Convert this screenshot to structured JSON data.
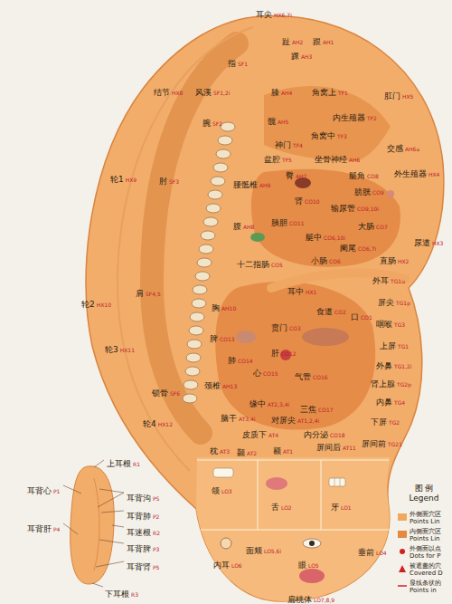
{
  "diagram": {
    "labels": [
      "耳尖",
      "HX6,7i",
      "趾",
      "AH2",
      "跟",
      "AH1",
      "踝",
      "AH3",
      "指",
      "SF1",
      "结节",
      "HX8",
      "风溪",
      "SF1,2i",
      "膝",
      "AH4",
      "角窝上",
      "TF1",
      "肛门",
      "HX5",
      "腕",
      "SF2",
      "髋",
      "AH5",
      "内生殖器",
      "TF2",
      "角窝中",
      "TF3",
      "神门",
      "TF4",
      "交感",
      "AH6a",
      "盆腔",
      "TF5",
      "坐骨神经",
      "AH6",
      "外生殖器",
      "HX4",
      "臀",
      "AH7",
      "轮1",
      "HX9",
      "肘",
      "SF3",
      "腰骶椎",
      "AH9",
      "艇角",
      "CO8",
      "肾",
      "CO10",
      "膀胱",
      "CO9",
      "输尿管",
      "CO9,10i",
      "胰胆",
      "CO11",
      "腹",
      "AH8",
      "艇中",
      "CO6,10i",
      "大肠",
      "CO7",
      "尿道",
      "HX3",
      "阑尾",
      "CO6,7i",
      "直肠",
      "HX2",
      "小肠",
      "CO6",
      "十二指肠",
      "CO5",
      "外耳",
      "TG1u",
      "耳中",
      "HX1",
      "肩",
      "SF4,5",
      "轮2",
      "HX10",
      "屏尖",
      "TG1p",
      "食道",
      "CO2",
      "口",
      "CO1",
      "胸",
      "AH10",
      "咽喉",
      "TG3",
      "贲门",
      "CO3",
      "脾",
      "CO13",
      "上屏",
      "TG1",
      "轮3",
      "HX11",
      "肝",
      "CO12",
      "肺",
      "CO14",
      "外鼻",
      "TG1,2i",
      "心",
      "CO15",
      "气管",
      "CO16",
      "肾上腺",
      "TG2p",
      "颈椎",
      "AH13",
      "锁骨",
      "SF6",
      "内鼻",
      "TG4",
      "缘中",
      "AT2,3,4i",
      "三焦",
      "CO17",
      "脑干",
      "AT3,4i",
      "对屏尖",
      "AT1,2,4i",
      "下屏",
      "TG2",
      "轮4",
      "HX12",
      "皮质下",
      "AT4",
      "内分泌",
      "CO18",
      "屏间前",
      "TG21",
      "屏间后",
      "AT11",
      "枕",
      "AT3",
      "颞",
      "AT2",
      "额",
      "AT1",
      "颌",
      "LO3",
      "舌",
      "LO2",
      "牙",
      "LO1",
      "面颊",
      "LO5,6i",
      "垂前",
      "LO4",
      "内耳",
      "LO6",
      "眼",
      "LO5",
      "扁桃体",
      "LO7,8,9",
      "上耳根",
      "R1",
      "耳背心",
      "P1",
      "耳背沟",
      "PS",
      "耳背肺",
      "P2",
      "耳背肝",
      "P4",
      "耳迷根",
      "R2",
      "耳背脾",
      "P3",
      "耳背肾",
      "P5",
      "下耳根",
      "R3",
      "图 例",
      "Legend"
    ],
    "legend": [
      {
        "text": "外侧面穴区 Points Lin",
        "color": "#f0a860"
      },
      {
        "text": "内侧面穴区 Points Lin",
        "color": "#e4893f"
      },
      {
        "text": "外侧面以点 Dots for P"
      },
      {
        "text": "被遮盖的穴 Covered D"
      },
      {
        "text": "显线条状的 Points in"
      }
    ]
  }
}
